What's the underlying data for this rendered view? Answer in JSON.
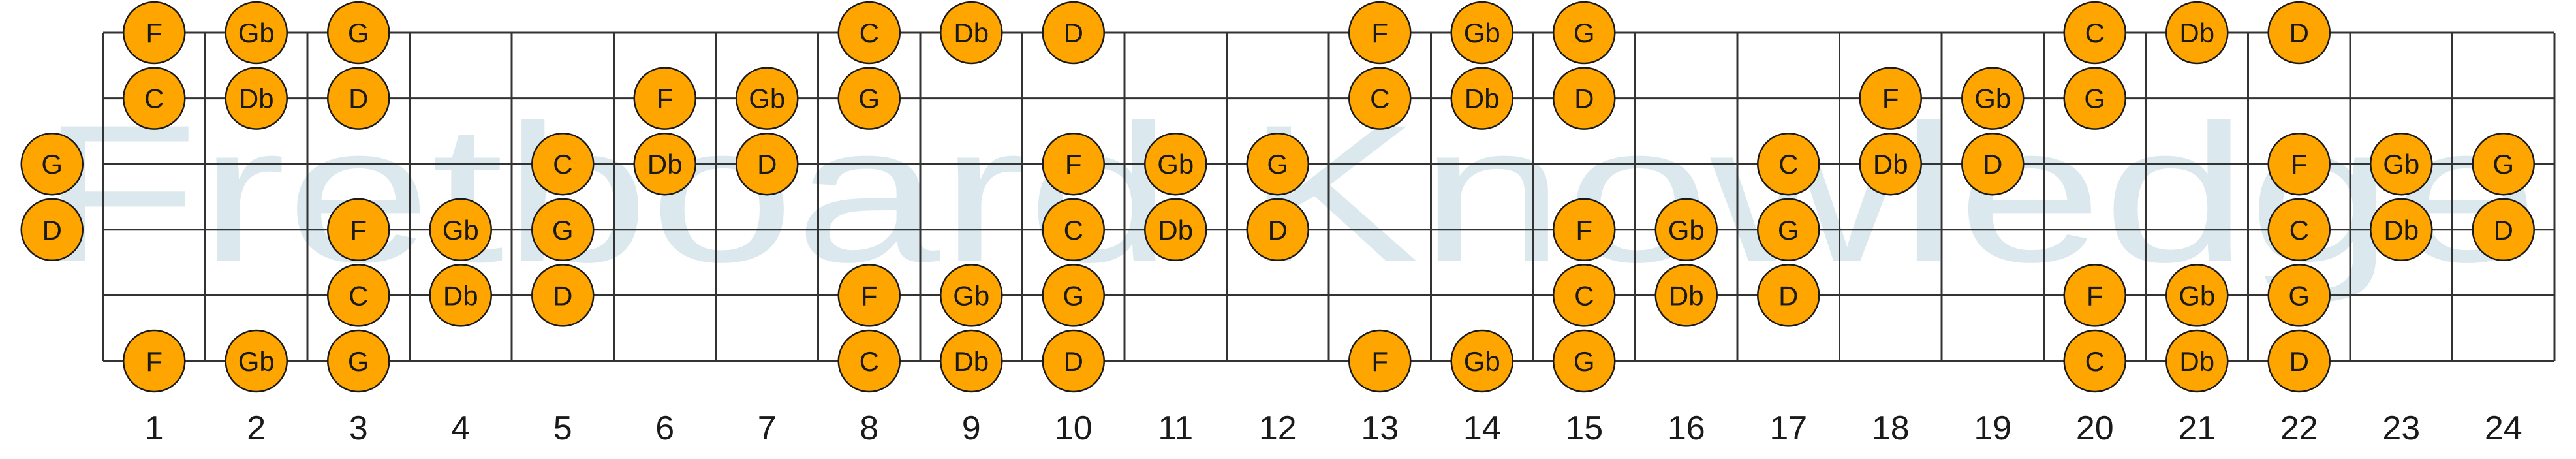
{
  "watermark": "Fretboard Knowledge",
  "colors": {
    "background": "#ffffff",
    "line": "#333333",
    "note_fill": "#ffa500",
    "note_stroke": "#1a1a1a",
    "text": "#1a1a1a",
    "watermark": "#dbe9ef"
  },
  "frets": [
    "1",
    "2",
    "3",
    "4",
    "5",
    "6",
    "7",
    "8",
    "9",
    "10",
    "11",
    "12",
    "13",
    "14",
    "15",
    "16",
    "17",
    "18",
    "19",
    "20",
    "21",
    "22",
    "23",
    "24"
  ],
  "strings": [
    {
      "notes": [
        {
          "fret": 1,
          "label": "F"
        },
        {
          "fret": 2,
          "label": "Gb"
        },
        {
          "fret": 3,
          "label": "G"
        },
        {
          "fret": 8,
          "label": "C"
        },
        {
          "fret": 9,
          "label": "Db"
        },
        {
          "fret": 10,
          "label": "D"
        },
        {
          "fret": 13,
          "label": "F"
        },
        {
          "fret": 14,
          "label": "Gb"
        },
        {
          "fret": 15,
          "label": "G"
        },
        {
          "fret": 20,
          "label": "C"
        },
        {
          "fret": 21,
          "label": "Db"
        },
        {
          "fret": 22,
          "label": "D"
        }
      ]
    },
    {
      "notes": [
        {
          "fret": 1,
          "label": "C"
        },
        {
          "fret": 2,
          "label": "Db"
        },
        {
          "fret": 3,
          "label": "D"
        },
        {
          "fret": 6,
          "label": "F"
        },
        {
          "fret": 7,
          "label": "Gb"
        },
        {
          "fret": 8,
          "label": "G"
        },
        {
          "fret": 13,
          "label": "C"
        },
        {
          "fret": 14,
          "label": "Db"
        },
        {
          "fret": 15,
          "label": "D"
        },
        {
          "fret": 18,
          "label": "F"
        },
        {
          "fret": 19,
          "label": "Gb"
        },
        {
          "fret": 20,
          "label": "G"
        }
      ]
    },
    {
      "notes": [
        {
          "fret": 0,
          "label": "G"
        },
        {
          "fret": 5,
          "label": "C"
        },
        {
          "fret": 6,
          "label": "Db"
        },
        {
          "fret": 7,
          "label": "D"
        },
        {
          "fret": 10,
          "label": "F"
        },
        {
          "fret": 11,
          "label": "Gb"
        },
        {
          "fret": 12,
          "label": "G"
        },
        {
          "fret": 17,
          "label": "C"
        },
        {
          "fret": 18,
          "label": "Db"
        },
        {
          "fret": 19,
          "label": "D"
        },
        {
          "fret": 22,
          "label": "F"
        },
        {
          "fret": 23,
          "label": "Gb"
        },
        {
          "fret": 24,
          "label": "G"
        }
      ]
    },
    {
      "notes": [
        {
          "fret": 0,
          "label": "D"
        },
        {
          "fret": 3,
          "label": "F"
        },
        {
          "fret": 4,
          "label": "Gb"
        },
        {
          "fret": 5,
          "label": "G"
        },
        {
          "fret": 10,
          "label": "C"
        },
        {
          "fret": 11,
          "label": "Db"
        },
        {
          "fret": 12,
          "label": "D"
        },
        {
          "fret": 15,
          "label": "F"
        },
        {
          "fret": 16,
          "label": "Gb"
        },
        {
          "fret": 17,
          "label": "G"
        },
        {
          "fret": 22,
          "label": "C"
        },
        {
          "fret": 23,
          "label": "Db"
        },
        {
          "fret": 24,
          "label": "D"
        }
      ]
    },
    {
      "notes": [
        {
          "fret": 3,
          "label": "C"
        },
        {
          "fret": 4,
          "label": "Db"
        },
        {
          "fret": 5,
          "label": "D"
        },
        {
          "fret": 8,
          "label": "F"
        },
        {
          "fret": 9,
          "label": "Gb"
        },
        {
          "fret": 10,
          "label": "G"
        },
        {
          "fret": 15,
          "label": "C"
        },
        {
          "fret": 16,
          "label": "Db"
        },
        {
          "fret": 17,
          "label": "D"
        },
        {
          "fret": 20,
          "label": "F"
        },
        {
          "fret": 21,
          "label": "Gb"
        },
        {
          "fret": 22,
          "label": "G"
        }
      ]
    },
    {
      "notes": [
        {
          "fret": 1,
          "label": "F"
        },
        {
          "fret": 2,
          "label": "Gb"
        },
        {
          "fret": 3,
          "label": "G"
        },
        {
          "fret": 8,
          "label": "C"
        },
        {
          "fret": 9,
          "label": "Db"
        },
        {
          "fret": 10,
          "label": "D"
        },
        {
          "fret": 13,
          "label": "F"
        },
        {
          "fret": 14,
          "label": "Gb"
        },
        {
          "fret": 15,
          "label": "G"
        },
        {
          "fret": 20,
          "label": "C"
        },
        {
          "fret": 21,
          "label": "Db"
        },
        {
          "fret": 22,
          "label": "D"
        }
      ]
    }
  ]
}
